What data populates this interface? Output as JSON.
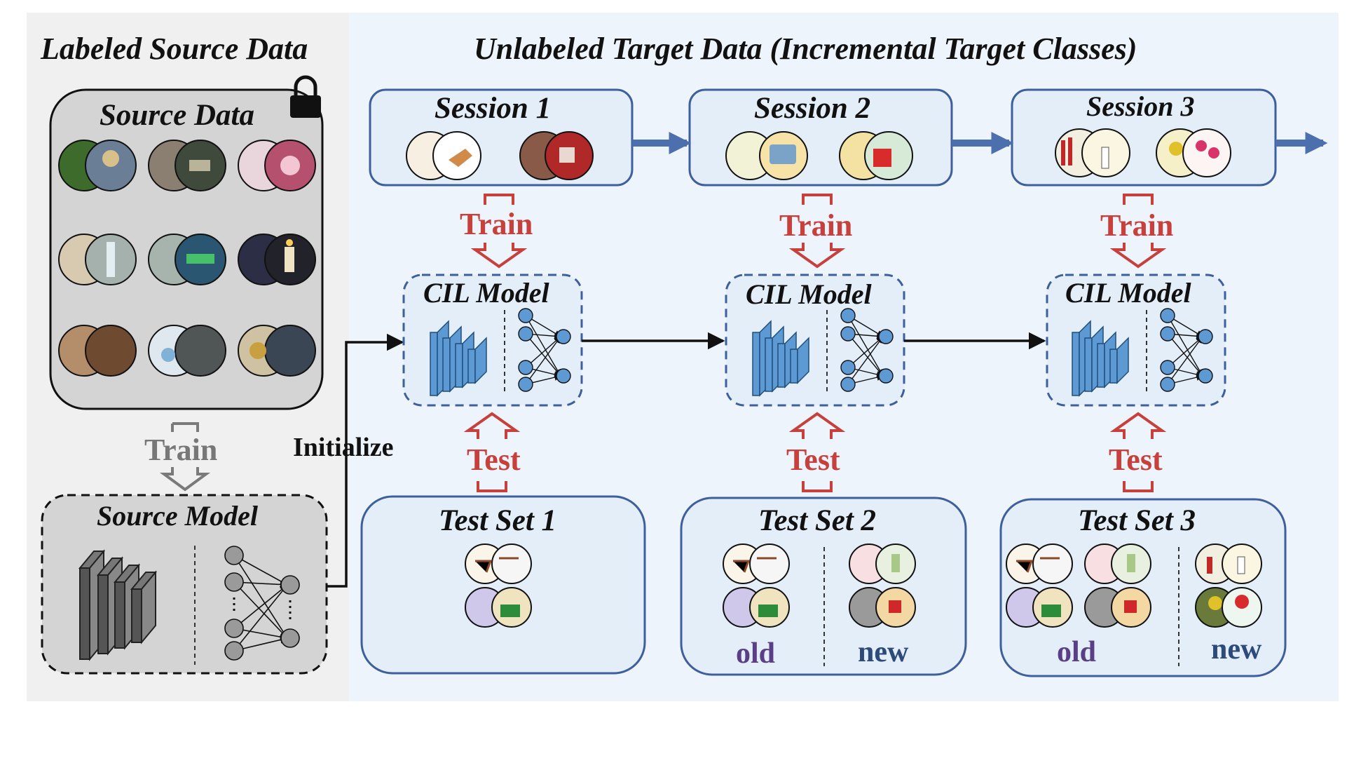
{
  "source_panel": {
    "heading": "Labeled Source Data",
    "source_box_title": "Source Data",
    "train_label": "Train",
    "model_title": "Source Model"
  },
  "initialize_label": "Initialize",
  "target_heading": "Unlabeled Target Data (Incremental Target Classes)",
  "sessions": [
    {
      "title": "Session 1",
      "train_label": "Train",
      "model_title": "CIL Model",
      "test_label": "Test",
      "test_set_title": "Test Set 1"
    },
    {
      "title": "Session 2",
      "train_label": "Train",
      "model_title": "CIL Model",
      "test_label": "Test",
      "test_set_title": "Test Set 2",
      "old_label": "old",
      "new_label": "new"
    },
    {
      "title": "Session 3",
      "train_label": "Train",
      "model_title": "CIL Model",
      "test_label": "Test",
      "test_set_title": "Test Set 3",
      "old_label": "old",
      "new_label": "new"
    }
  ],
  "colors": {
    "target_bg": "#eef4fb",
    "source_bg": "#f0f0f0",
    "box_fill": "#e3eef9",
    "box_stroke": "#3d5f9c",
    "arrow_blue": "#4c6fae",
    "train_test_red": "#c8403c",
    "cnn_blue": "#5d9ad3",
    "old_purple": "#5b3f86",
    "new_navy": "#2c4a7a"
  },
  "icons": [
    "lock-icon",
    "cnn-layers-icon",
    "neural-network-icon",
    "thumbnail-image"
  ]
}
